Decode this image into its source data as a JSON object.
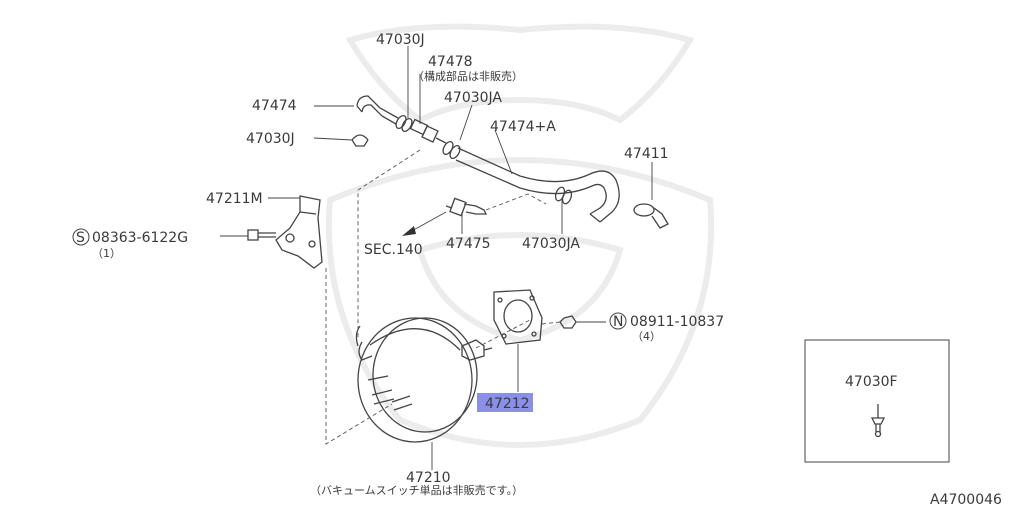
{
  "diagram": {
    "labels": {
      "p47030J_top": "47030J",
      "p47478": "47478",
      "note_47478": "（構成部品は非販売）",
      "p47030JA_top": "47030JA",
      "p47474": "47474",
      "p47474A": "47474+A",
      "p47030J_mid": "47030J",
      "p47411": "47411",
      "p47211M": "47211M",
      "bolt_code": "08363-6122G",
      "bolt_prefix": "S",
      "bolt_qty": "（1）",
      "sec140": "SEC.140",
      "p47475": "47475",
      "p47030JA_low": "47030JA",
      "nut_code": "08911-10837",
      "nut_prefix": "N",
      "nut_qty": "（4）",
      "p47212": "47212",
      "p47210": "47210",
      "note_47210": "（バキュームスイッチ単品は非販売です。）",
      "inset_part": "47030F",
      "diagram_code": "A4700046"
    },
    "colors": {
      "line": "#444444",
      "highlight": "#8a8fe8",
      "watermark": "#ececec"
    }
  }
}
